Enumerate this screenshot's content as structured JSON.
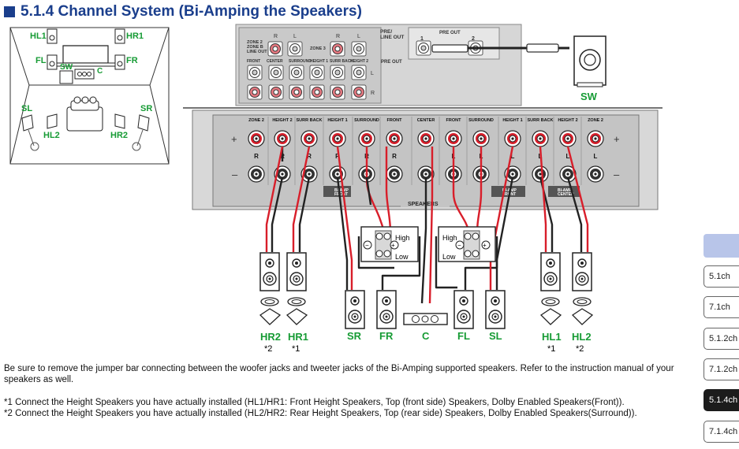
{
  "title": "5.1.4 Channel System (Bi-Amping the Speakers)",
  "room": {
    "labels": {
      "hl1": "HL1",
      "hr1": "HR1",
      "fl": "FL",
      "fr": "FR",
      "sw": "SW",
      "c": "C",
      "sl": "SL",
      "sr": "SR",
      "hl2": "HL2",
      "hr2": "HR2"
    }
  },
  "top_panel": {
    "zone2_label": "ZONE 2\nZONE B\nLINE OUT",
    "zone3_label": "ZONE 3",
    "pre_line_out": "PRE/\nLINE OUT",
    "pre_out": "PRE OUT",
    "pre_out_1": "1",
    "pre_out_2": "2",
    "r": "R",
    "l": "L",
    "small_headers": [
      "FRONT",
      "CENTER",
      "SURROUND",
      "HEIGHT 1",
      "SURR BACK",
      "HEIGHT 2"
    ],
    "sw_label": "SW"
  },
  "speaker_panel": {
    "top_labels": [
      "ZONE 2",
      "HEIGHT 2",
      "SURR BACK",
      "HEIGHT 1",
      "SURROUND",
      "FRONT",
      "CENTER",
      "FRONT",
      "SURROUND",
      "HEIGHT 1",
      "SURR BACK",
      "HEIGHT 2",
      "ZONE 2"
    ],
    "rl_row": [
      "R",
      "R",
      "R",
      "R",
      "R",
      "R",
      "",
      "L",
      "L",
      "L",
      "L",
      "L",
      "L"
    ],
    "plus": "+",
    "minus": "–",
    "speakers_label": "SPEAKERS",
    "biamp_front": "BI-AMP\nFRONT",
    "biamp_center": "BI-AMP\nCENTER"
  },
  "biamp_box": {
    "high": "High",
    "low": "Low"
  },
  "speaker_labels": {
    "hr2": "HR2",
    "hr1": "HR1",
    "sr": "SR",
    "fr": "FR",
    "c": "C",
    "fl": "FL",
    "sl": "SL",
    "hl1": "HL1",
    "hl2": "HL2",
    "note_star2": "*2",
    "note_star1": "*1"
  },
  "notes": {
    "bi_amp": "Be sure to remove the jumper bar connecting between the woofer jacks and tweeter jacks of the Bi-Amping supported speakers. Refer to the instruction manual of your speakers as well.",
    "note1": "*1 Connect the Height Speakers you have actually installed (HL1/HR1: Front Height Speakers, Top (front side) Speakers, Dolby Enabled Speakers(Front)).",
    "note2": "*2 Connect the Height Speakers you have actually installed (HL2/HR2: Rear Height Speakers, Top (rear side) Speakers, Dolby Enabled Speakers(Surround))."
  },
  "tabs": [
    {
      "label": "5.1ch",
      "active": false
    },
    {
      "label": "7.1ch",
      "active": false
    },
    {
      "label": "5.1.2ch",
      "active": false
    },
    {
      "label": "7.1.2ch",
      "active": false
    },
    {
      "label": "5.1.4ch",
      "active": true
    },
    {
      "label": "7.1.4ch",
      "active": false
    }
  ]
}
